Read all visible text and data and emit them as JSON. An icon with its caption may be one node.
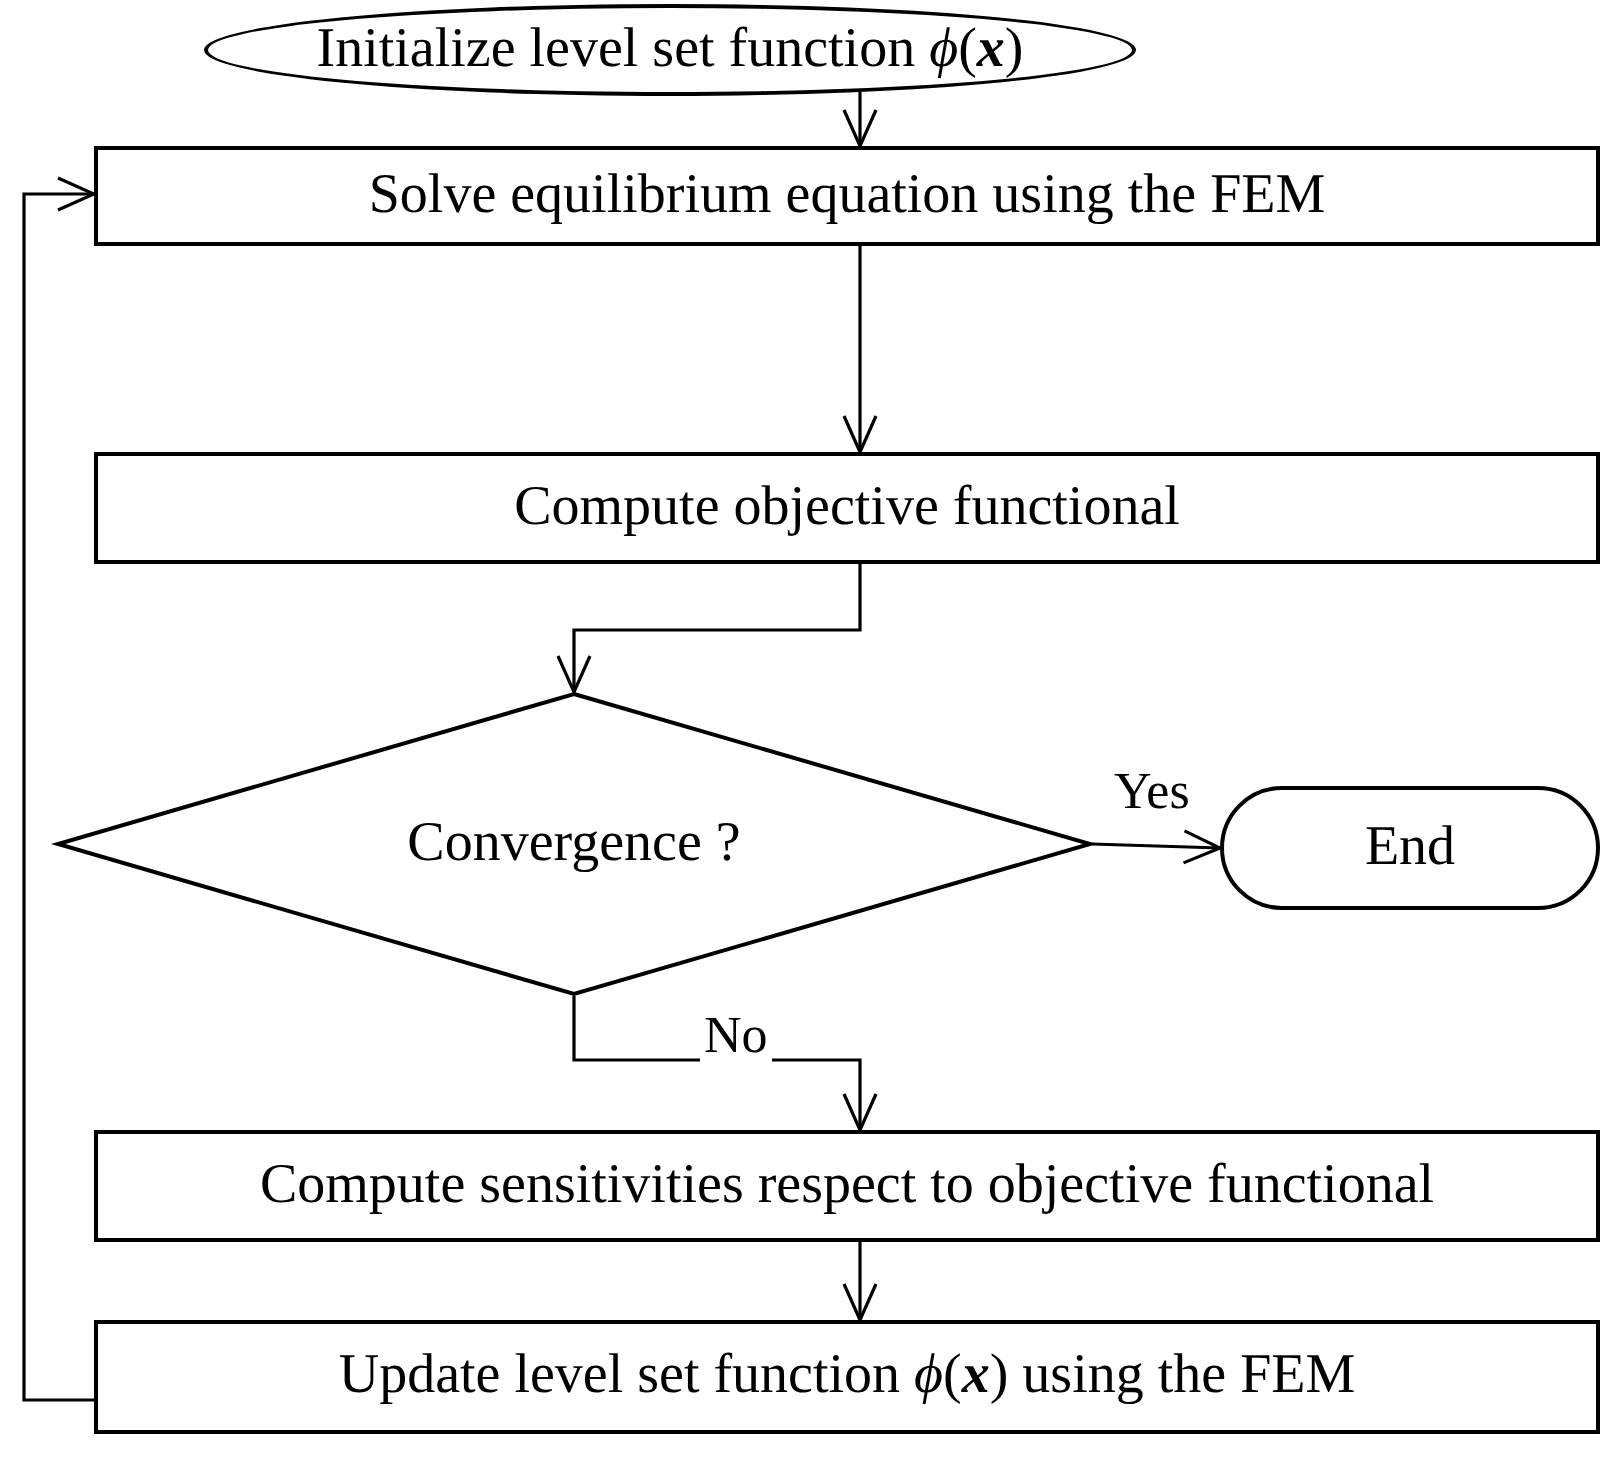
{
  "diagram": {
    "nodes": [
      {
        "text": [
          "Initialize level set function *ϕ*(**x**)"
        ]
      },
      {
        "text": [
          "Solve equilibrium equation using the FEM"
        ]
      },
      {
        "text": [
          "Compute objective functional"
        ]
      },
      {
        "text": [
          "Convergence ?"
        ]
      },
      {
        "text": [
          "End"
        ]
      },
      {
        "text": [
          "Compute sensitivities respect to objective functional"
        ]
      },
      {
        "text": [
          "Update level set function *ϕ*(**x**) using the FEM"
        ]
      }
    ],
    "edges": [
      {
        "from": 0,
        "to": 1,
        "arrow": "to"
      },
      {
        "from": 1,
        "to": 2,
        "arrow": "to"
      },
      {
        "from": 2,
        "to": 3,
        "arrow": "to"
      },
      {
        "from": 3,
        "to": 4,
        "arrow": "to",
        "label": "Yes"
      },
      {
        "from": 3,
        "to": 5,
        "arrow": "to",
        "label": "No"
      },
      {
        "from": 5,
        "to": 6,
        "arrow": "to"
      },
      {
        "from": 6,
        "to": 1,
        "arrow": "to"
      }
    ]
  }
}
